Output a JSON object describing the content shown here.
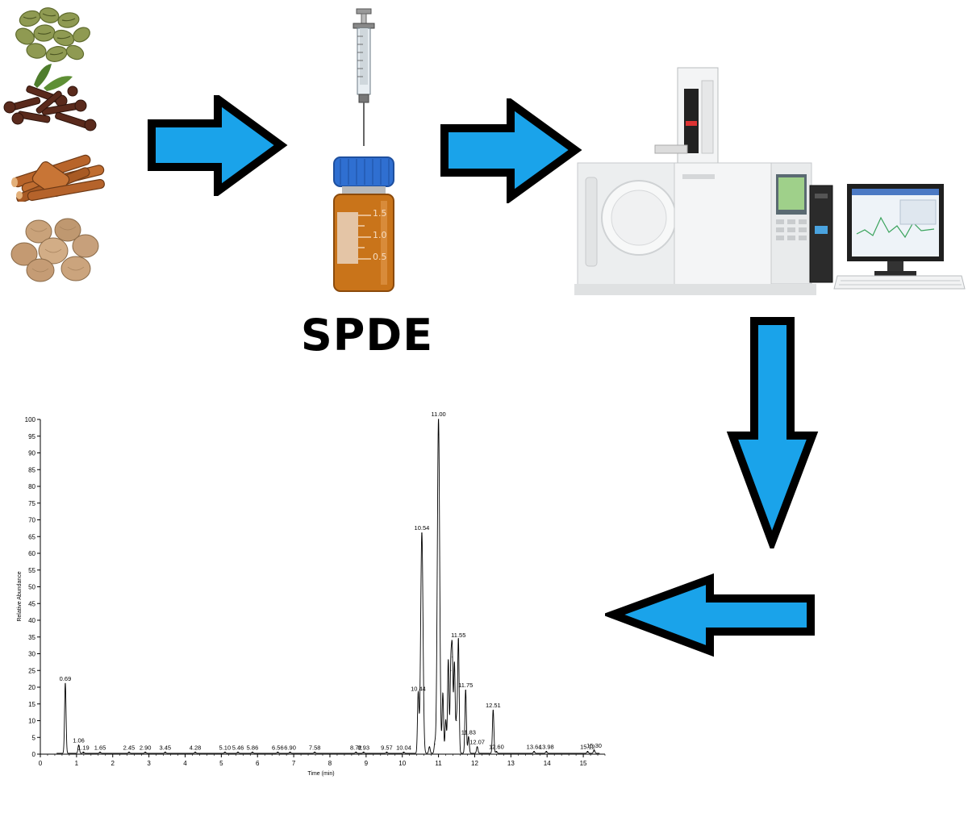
{
  "spde_label": "SPDE",
  "vial_scale": [
    "1.5",
    "1.0",
    "0.5"
  ],
  "samples": [
    "coffee-beans-icon",
    "cloves-icon",
    "cinnamon-sticks-icon",
    "nutmeg-icon"
  ],
  "colors": {
    "arrow_fill": "#1aa3ea",
    "arrow_stroke": "#000000",
    "vial_cap": "#2f6fd1",
    "vial_glass": "#c9741a"
  },
  "chart_data": {
    "type": "line",
    "xlabel": "Time (min)",
    "ylabel": "Relative Abundance",
    "xlim": [
      0,
      15.6
    ],
    "ylim": [
      0,
      100
    ],
    "x_ticks": [
      "0",
      "1",
      "2",
      "3",
      "4",
      "5",
      "6",
      "7",
      "8",
      "9",
      "10",
      "11",
      "12",
      "13",
      "14",
      "15"
    ],
    "y_ticks": [
      "0",
      "5",
      "10",
      "15",
      "20",
      "25",
      "30",
      "35",
      "40",
      "45",
      "50",
      "55",
      "60",
      "65",
      "70",
      "75",
      "80",
      "85",
      "90",
      "95",
      "100"
    ],
    "peaks": [
      {
        "rt": 0.69,
        "height": 21,
        "label": "0.69"
      },
      {
        "rt": 1.06,
        "height": 2.5,
        "label": "1.06"
      },
      {
        "rt": 1.19,
        "height": 0.4,
        "label": "1.19"
      },
      {
        "rt": 1.65,
        "height": 0.4,
        "label": "1.65"
      },
      {
        "rt": 2.45,
        "height": 0.4,
        "label": "2.45"
      },
      {
        "rt": 2.9,
        "height": 0.4,
        "label": "2.90"
      },
      {
        "rt": 3.45,
        "height": 0.4,
        "label": "3.45"
      },
      {
        "rt": 4.28,
        "height": 0.4,
        "label": "4.28"
      },
      {
        "rt": 5.1,
        "height": 0.4,
        "label": "5.10"
      },
      {
        "rt": 5.46,
        "height": 0.4,
        "label": "5.46"
      },
      {
        "rt": 5.86,
        "height": 0.4,
        "label": "5.86"
      },
      {
        "rt": 6.56,
        "height": 0.4,
        "label": "6.56"
      },
      {
        "rt": 6.9,
        "height": 0.4,
        "label": "6.90"
      },
      {
        "rt": 7.58,
        "height": 0.4,
        "label": "7.58"
      },
      {
        "rt": 8.72,
        "height": 0.4,
        "label": "8.72"
      },
      {
        "rt": 8.93,
        "height": 0.4,
        "label": "8.93"
      },
      {
        "rt": 9.57,
        "height": 0.4,
        "label": "9.57"
      },
      {
        "rt": 10.04,
        "height": 0.4,
        "label": "10.04"
      },
      {
        "rt": 10.44,
        "height": 18,
        "label": "10.44"
      },
      {
        "rt": 10.54,
        "height": 66,
        "label": "10.54"
      },
      {
        "rt": 11.0,
        "height": 100,
        "label": "11.00"
      },
      {
        "rt": 11.55,
        "height": 34,
        "label": "11.55"
      },
      {
        "rt": 11.75,
        "height": 19,
        "label": "11.75"
      },
      {
        "rt": 11.83,
        "height": 5,
        "label": "11.83"
      },
      {
        "rt": 12.07,
        "height": 2,
        "label": "12.07"
      },
      {
        "rt": 12.51,
        "height": 13,
        "label": "12.51"
      },
      {
        "rt": 12.6,
        "height": 0.6,
        "label": "12.60"
      },
      {
        "rt": 13.64,
        "height": 0.6,
        "label": "13.64"
      },
      {
        "rt": 13.98,
        "height": 0.6,
        "label": "13.98"
      },
      {
        "rt": 15.12,
        "height": 0.6,
        "label": "15.12"
      },
      {
        "rt": 15.3,
        "height": 1,
        "label": "15.30"
      }
    ],
    "unlabeled_peaks": [
      {
        "rt": 10.75,
        "height": 2
      },
      {
        "rt": 10.9,
        "height": 3
      },
      {
        "rt": 11.12,
        "height": 18
      },
      {
        "rt": 11.2,
        "height": 10
      },
      {
        "rt": 11.27,
        "height": 28
      },
      {
        "rt": 11.34,
        "height": 25
      },
      {
        "rt": 11.38,
        "height": 29
      },
      {
        "rt": 11.44,
        "height": 27
      },
      {
        "rt": 11.5,
        "height": 10
      }
    ]
  }
}
